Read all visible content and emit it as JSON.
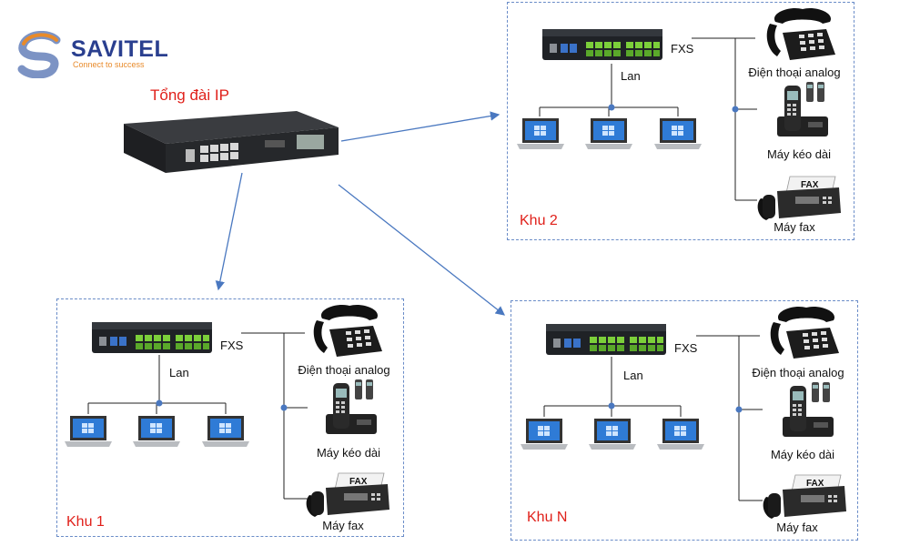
{
  "logo": {
    "name": "SAVITEL",
    "tagline": "Connect to success"
  },
  "central": {
    "label": "Tổng đài IP"
  },
  "zones": [
    {
      "label": "Khu 2",
      "fxs_label": "FXS",
      "lan_label": "Lan",
      "devices": [
        "Điện thoại analog",
        "Máy kéo dài",
        "Máy fax"
      ]
    },
    {
      "label": "Khu 1",
      "fxs_label": "FXS",
      "lan_label": "Lan",
      "devices": [
        "Điện thoại analog",
        "Máy kéo dài",
        "Máy fax"
      ]
    },
    {
      "label": "Khu N",
      "fxs_label": "FXS",
      "lan_label": "Lan",
      "devices": [
        "Điện thoại analog",
        "Máy kéo dài",
        "Máy fax"
      ]
    }
  ],
  "fax_panel_text": "FAX",
  "colors": {
    "accent_red": "#e0201a",
    "connector_blue": "#4a78c0",
    "zone_border": "#6a8cc8",
    "brand_blue": "#2a3f8f",
    "brand_orange": "#e88a2a"
  }
}
